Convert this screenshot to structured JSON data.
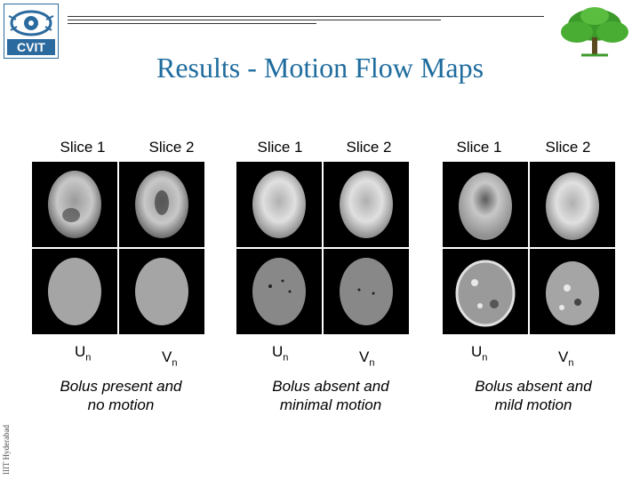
{
  "logo": {
    "text": "CVIT"
  },
  "title": "Results - Motion Flow Maps",
  "side_text": "IIIT Hyderabad",
  "groups": [
    {
      "slices": [
        "Slice 1",
        "Slice 2"
      ],
      "labels": {
        "u": "U",
        "u_sub": "n",
        "v": "V",
        "v_sub": "n"
      },
      "caption": [
        "Bolus present and",
        "no motion"
      ]
    },
    {
      "slices": [
        "Slice 1",
        "Slice 2"
      ],
      "labels": {
        "u": "U",
        "u_sub": "n",
        "v": "V",
        "v_sub": "n"
      },
      "caption": [
        "Bolus absent and",
        "minimal motion"
      ]
    },
    {
      "slices": [
        "Slice 1",
        "Slice 2"
      ],
      "labels": {
        "u": "U",
        "u_sub": "n",
        "v": "V",
        "v_sub": "n"
      },
      "caption": [
        "Bolus absent and",
        "mild motion"
      ]
    }
  ],
  "colors": {
    "title": "#1f6c9e",
    "logo_blue": "#2b6a9e",
    "tree": "#3c9a2a"
  }
}
